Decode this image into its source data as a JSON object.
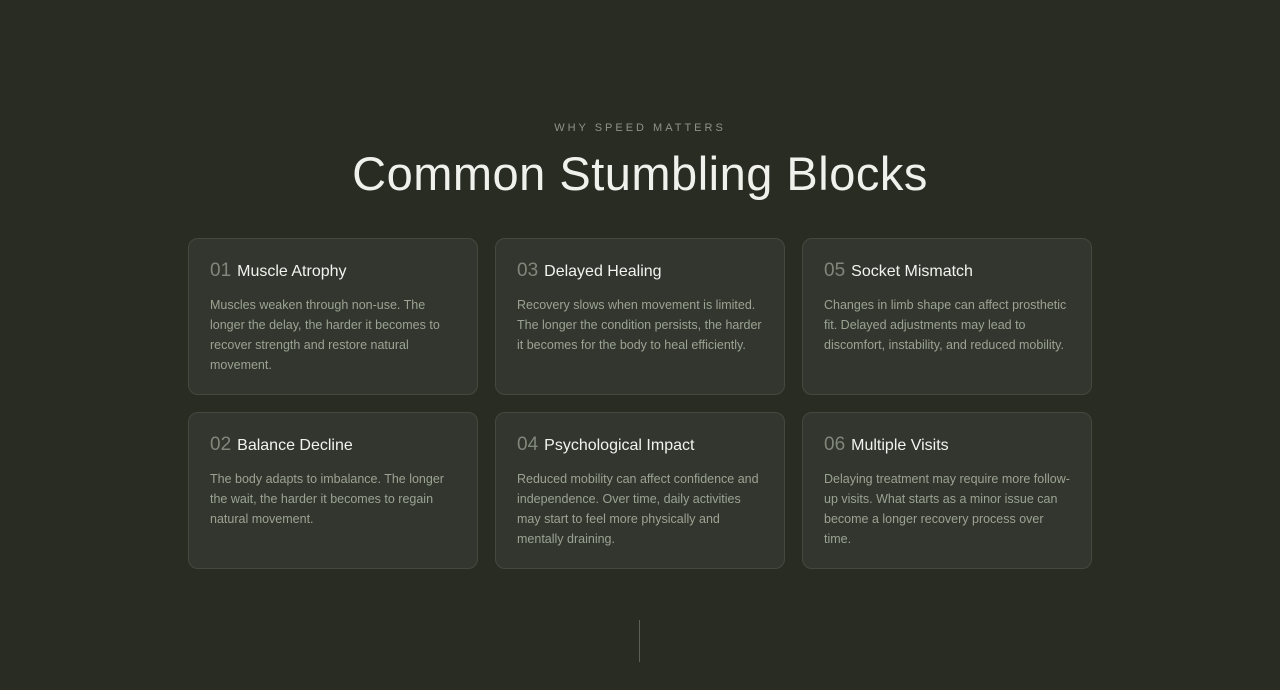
{
  "section": {
    "eyebrow": "WHY SPEED MATTERS",
    "title": "Common Stumbling Blocks"
  },
  "cards": [
    {
      "number": "01",
      "title": "Muscle Atrophy",
      "body": "Muscles weaken through non-use. The longer the delay, the harder it becomes to recover strength and restore natural movement."
    },
    {
      "number": "02",
      "title": "Balance Decline",
      "body": "The body adapts to imbalance. The longer the wait, the harder it becomes to regain natural movement."
    },
    {
      "number": "03",
      "title": "Delayed Healing",
      "body": "Recovery slows when movement is limited. The longer the condition persists, the harder it becomes for the body to heal efficiently."
    },
    {
      "number": "04",
      "title": "Psychological Impact",
      "body": "Reduced mobility can affect confidence and independence. Over time, daily activities may start to feel more physically and mentally draining."
    },
    {
      "number": "05",
      "title": "Socket Mismatch",
      "body": "Changes in limb shape can affect prosthetic fit. Delayed adjustments may lead to discomfort, instability, and reduced mobility."
    },
    {
      "number": "06",
      "title": "Multiple Visits",
      "body": "Delaying treatment may require more follow-up visits. What starts as a minor issue can become a longer recovery process over time."
    }
  ]
}
